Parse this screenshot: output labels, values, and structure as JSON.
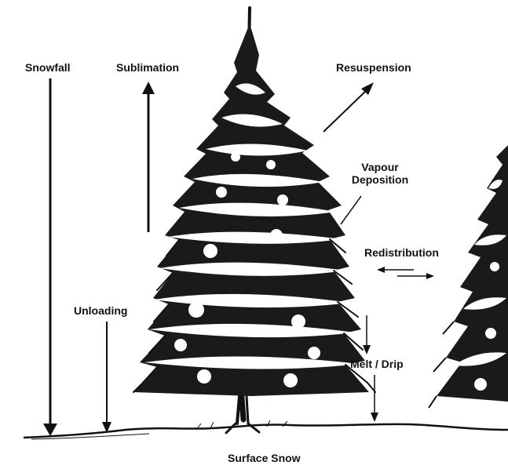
{
  "diagram": {
    "labels": {
      "snowfall": "Snowfall",
      "sublimation": "Sublimation",
      "resuspension": "Resuspension",
      "vapour_line1": "Vapour",
      "vapour_line2": "Deposition",
      "redistribution": "Redistribution",
      "unloading": "Unloading",
      "melt_drip": "Melt / Drip",
      "surface_snow": "Surface Snow"
    },
    "colors": {
      "ink": "#111111",
      "background": "#ffffff"
    },
    "illustration": "snow-laden conifer trees"
  }
}
